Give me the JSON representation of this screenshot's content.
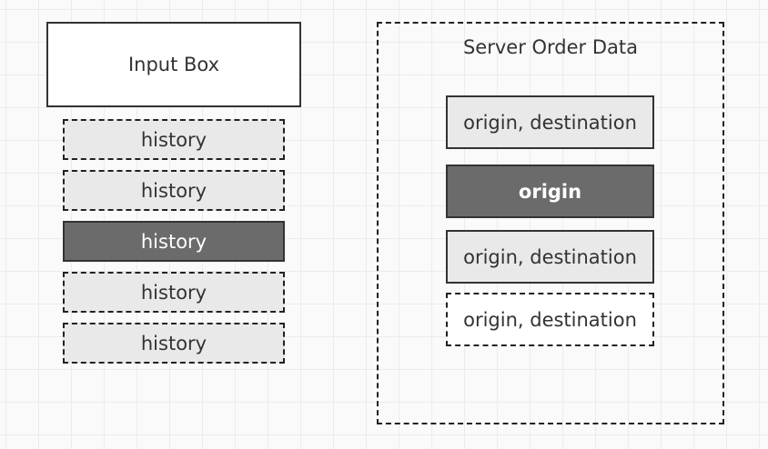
{
  "input_box": {
    "label": "Input Box"
  },
  "history": {
    "items": [
      {
        "label": "history",
        "state": "normal"
      },
      {
        "label": "history",
        "state": "normal"
      },
      {
        "label": "history",
        "state": "selected"
      },
      {
        "label": "history",
        "state": "normal"
      },
      {
        "label": "history",
        "state": "normal"
      }
    ]
  },
  "server_orders": {
    "title": "Server Order Data",
    "items": [
      {
        "label": "origin, destination",
        "state": "normal"
      },
      {
        "label": "origin",
        "state": "selected"
      },
      {
        "label": "origin, destination",
        "state": "normal"
      },
      {
        "label": "origin, destination",
        "state": "pending"
      }
    ]
  },
  "colors": {
    "item_fill": "#e9e9e9",
    "selected_fill": "#6b6b6b",
    "border": "#333333",
    "text": "#333333"
  }
}
